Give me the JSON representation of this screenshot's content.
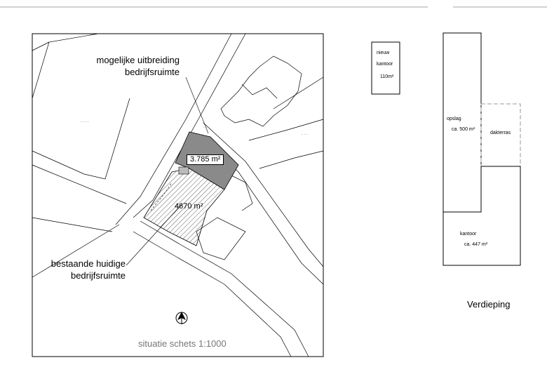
{
  "site_plan": {
    "label_uitbreiding_line1": "mogelijke uitbreiding",
    "label_uitbreiding_line2": "bedrijfsruimte",
    "area_uitbreiding": "3.785 m²",
    "area_bestaand": "4670 m²",
    "label_bestaand_line1": "bestaande huidige",
    "label_bestaand_line2": "bedrijfsruimte",
    "title": "situatie schets  1:1000"
  },
  "kantoor_box": {
    "line1": "nieuw",
    "line2": "kantoor",
    "line3": "110m²"
  },
  "floor_plan": {
    "opslag_label": "opslag",
    "opslag_area": "ca. 500 m²",
    "dakterras_label": "dakterras",
    "kantoor_label": "kantoor",
    "kantoor_area": "ca. 447 m²",
    "title": "Verdieping"
  },
  "colors": {
    "line": "#000000",
    "hatch_dark": "#808080",
    "text_gray": "#777777"
  }
}
